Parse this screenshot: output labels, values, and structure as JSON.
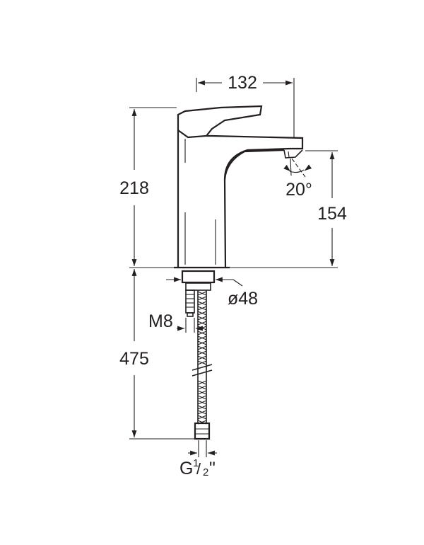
{
  "dimensions": {
    "width_top": "132",
    "height_body": "218",
    "spout_height": "154",
    "spout_angle": "20°",
    "base_diameter": "ø48",
    "rod_thread": "M8",
    "hose_length": "475",
    "hose_thread_prefix": "G",
    "hose_thread_fraction_num": "1",
    "hose_thread_fraction_den": "2",
    "hose_thread_suffix": "\""
  },
  "colors": {
    "ink": "#231f20",
    "background": "#ffffff"
  }
}
